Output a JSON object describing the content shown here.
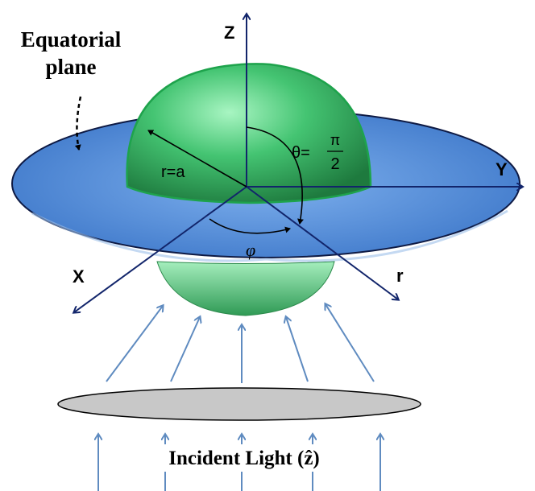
{
  "labels": {
    "equatorial_line1": "Equatorial",
    "equatorial_line2": "plane",
    "axis_z": "Z",
    "axis_y": "Y",
    "axis_x": "X",
    "axis_r": "r",
    "radius": "r=a",
    "theta_prefix": "θ=",
    "theta_num": "π",
    "theta_den": "2",
    "phi": "φ",
    "incident": "Incident Light (ẑ)"
  },
  "colors": {
    "sphere_green": "#3fbf6a",
    "sphere_dark": "#1f8a44",
    "plane_blue": "#4a86d6",
    "axis_navy": "#12256b",
    "light_arrow": "#5f8bc0",
    "lens_gray": "#c8c8c8"
  }
}
